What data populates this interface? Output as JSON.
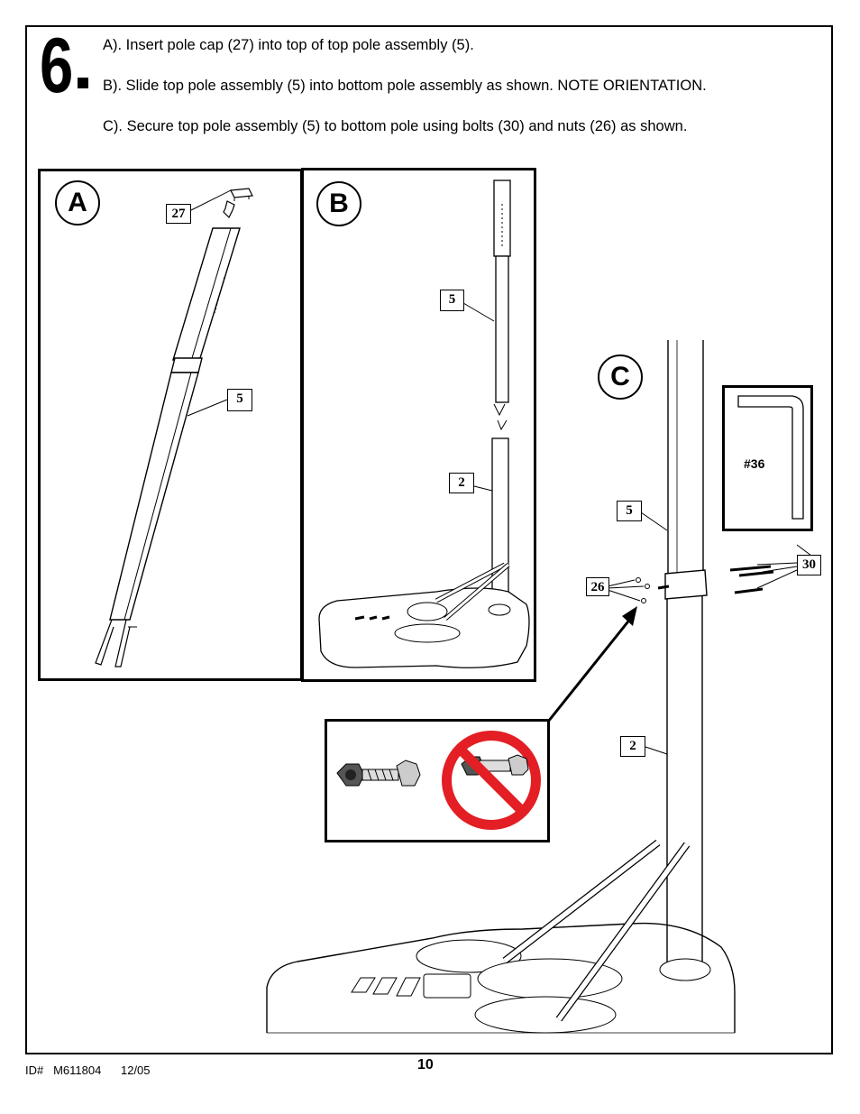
{
  "step": {
    "number": "6"
  },
  "instructions": [
    "A). Insert pole cap (27) into top of top pole assembly (5).",
    "B). Slide top pole assembly (5) into bottom pole assembly as shown.  NOTE ORIENTATION.",
    "C). Secure top pole assembly (5) to bottom pole using bolts (30) and nuts (26) as shown."
  ],
  "panels": {
    "a": {
      "label": "A",
      "callouts": [
        "27",
        "5"
      ]
    },
    "b": {
      "label": "B",
      "callouts": [
        "5",
        "2"
      ]
    },
    "c": {
      "label": "C",
      "callouts": [
        "5",
        "26",
        "30",
        "2"
      ],
      "tool_label": "#36"
    }
  },
  "footer": {
    "id": "ID#   M611804      12/05",
    "page": "10"
  },
  "colors": {
    "prohibition": "#e31e24",
    "line": "#000000"
  },
  "icons": [
    "allen-wrench-icon",
    "bolt-nut-icon",
    "prohibited-sign-icon"
  ]
}
